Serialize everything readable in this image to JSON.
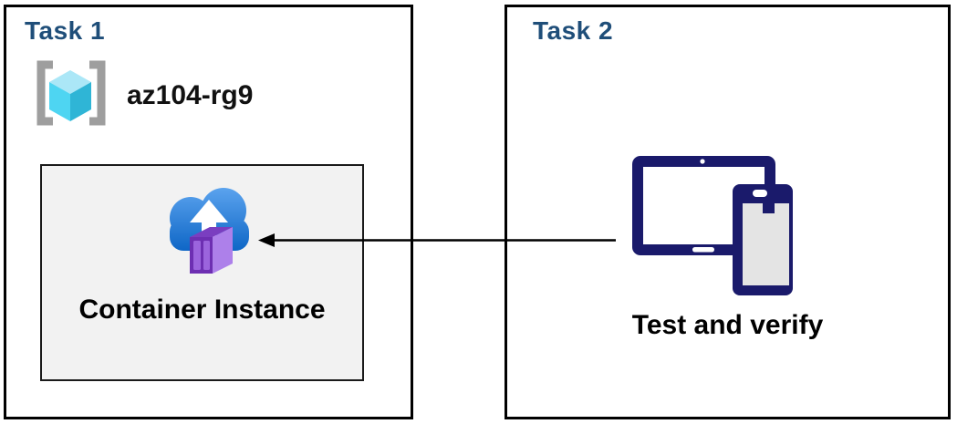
{
  "task1": {
    "title": "Task 1",
    "resource_group_label": "az104-rg9",
    "container_label": "Container Instance"
  },
  "task2": {
    "title": "Task 2",
    "caption": "Test and verify"
  },
  "icons": {
    "resource_group": "brackets-with-cyan-cube",
    "container_instance": "blue-cloud-upload-arrow-with-purple-container",
    "devices": "tablet-and-phone"
  },
  "colors": {
    "task_title_blue": "#1F4E79",
    "box_border": "#000000",
    "inner_box_bg": "#F2F2F2",
    "device_navy": "#1A1A6B",
    "device_screen_gray": "#E4E4E4",
    "cloud_blue_top": "#5BA3EE",
    "cloud_blue_bottom": "#0E66C6",
    "container_front_purple": "#6D2FB2",
    "container_panel_purple": "#9B64DD",
    "container_side_purple": "#AD80EA",
    "rg_cube_top": "#ABE7F7",
    "rg_cube_left": "#4ED5F2",
    "rg_cube_right": "#2FB5D6",
    "rg_bracket_gray": "#9E9E9E",
    "arrow_black": "#000000"
  }
}
